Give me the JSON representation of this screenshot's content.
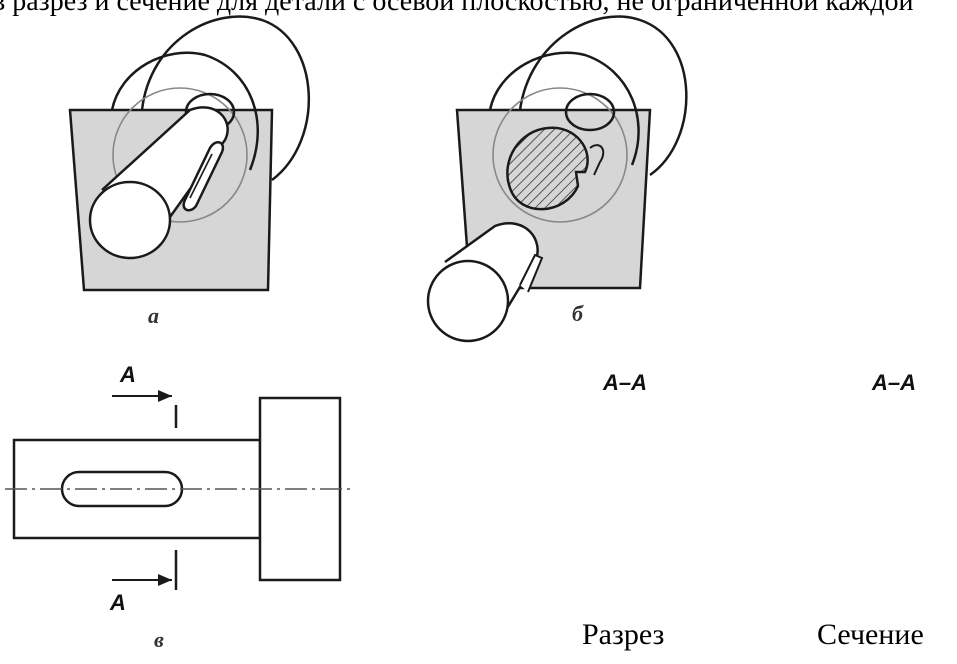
{
  "caption": {
    "text": "в разрез и сечение для детали с осевой плоскостью, не ограниченной каждой"
  },
  "figures": {
    "a": {
      "letter": "а"
    },
    "b": {
      "letter": "б"
    },
    "c": {
      "letter": "в",
      "cut_label_top": "A",
      "cut_label_bottom": "A"
    }
  },
  "section_labels": {
    "razrez": "A–A",
    "sechenie": "A–A"
  },
  "bottom_labels": {
    "razrez": "Разрез",
    "sechenie": "Сечение"
  },
  "colors": {
    "plate_fill": "#d6d6d6",
    "line": "#1a1a1a",
    "hatch": "#333333"
  }
}
